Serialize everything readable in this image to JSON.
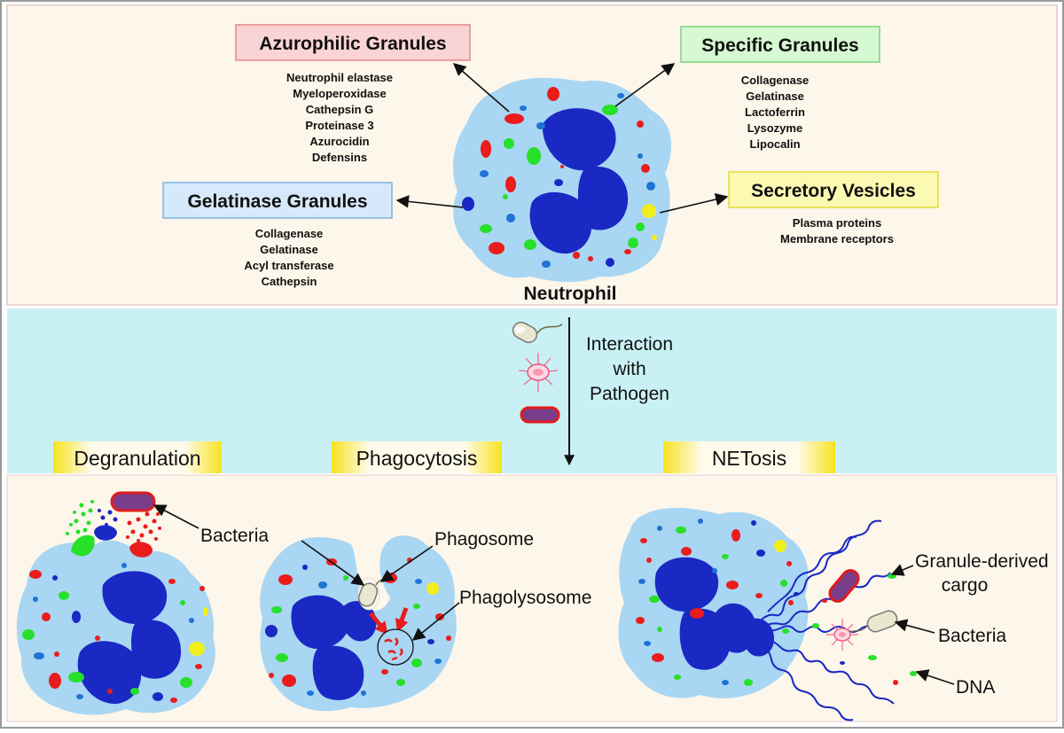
{
  "colors": {
    "top_panel": "#fdf6ea",
    "middle_panel": "#c9f1f5",
    "bottom_panel": "#fdf6ea",
    "cytoplasm": "#a8d6f3",
    "nucleus": "#1a28c4",
    "granule_red": "#ea1c1c",
    "granule_green": "#27e02a",
    "granule_blue": "#1f73d2",
    "granule_yellow": "#f2ee1b",
    "azurophilic_box": "#fad4d4",
    "specific_box": "#d6f8d2",
    "gelatinase_box": "#d6e9fb",
    "secretory_box": "#fbf9b2",
    "process_label_gradient": "#f6e21f"
  },
  "granules": {
    "azurophilic": {
      "title": "Azurophilic Granules",
      "items": [
        "Neutrophil elastase",
        "Myeloperoxidase",
        "Cathepsin G",
        "Proteinase 3",
        "Azurocidin",
        "Defensins"
      ]
    },
    "specific": {
      "title": "Specific Granules",
      "items": [
        "Collagenase",
        "Gelatinase",
        "Lactoferrin",
        "Lysozyme",
        "Lipocalin"
      ]
    },
    "gelatinase": {
      "title": "Gelatinase Granules",
      "items": [
        "Collagenase",
        "Gelatinase",
        "Acyl transferase",
        "Cathepsin"
      ]
    },
    "secretory": {
      "title": "Secretory Vesicles",
      "items": [
        "Plasma proteins",
        "Membrane receptors"
      ]
    }
  },
  "cell_label": "Neutrophil",
  "interaction_label": [
    "Interaction",
    "with",
    "Pathogen"
  ],
  "processes": {
    "degranulation": "Degranulation",
    "phagocytosis": "Phagocytosis",
    "netosis": "NETosis"
  },
  "annotations": {
    "bacteria_left": "Bacteria",
    "phagosome": "Phagosome",
    "phagolysosome": "Phagolysosome",
    "granule_cargo": [
      "Granule-derived",
      "cargo"
    ],
    "bacteria_right": "Bacteria",
    "dna": "DNA"
  }
}
